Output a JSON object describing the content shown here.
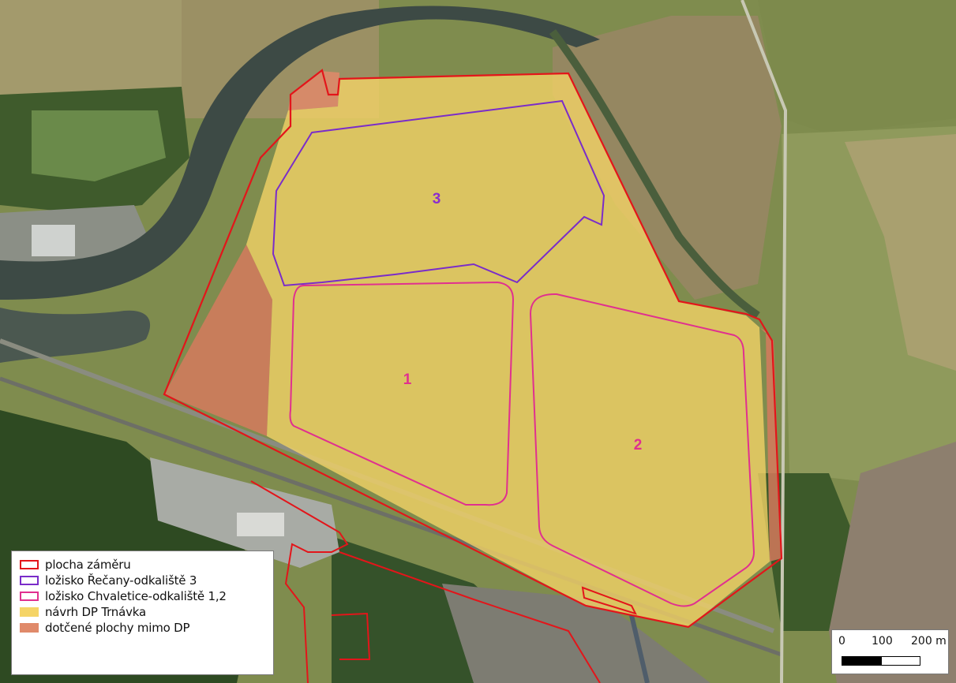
{
  "map": {
    "zones": [
      {
        "id": "3",
        "label": "3",
        "color": "#8b2ccf"
      },
      {
        "id": "1",
        "label": "1",
        "color": "#e0308f"
      },
      {
        "id": "2",
        "label": "2",
        "color": "#e0308f"
      }
    ]
  },
  "legend": {
    "items": [
      {
        "label": "plocha záměru",
        "style": "outline",
        "color": "#e3151a"
      },
      {
        "label": "ložisko Řečany-odkaliště 3",
        "style": "outline",
        "color": "#7a2cc9"
      },
      {
        "label": "ložisko Chvaletice-odkaliště 1,2",
        "style": "outline",
        "color": "#e0308f"
      },
      {
        "label": "návrh DP Trnávka",
        "style": "fill",
        "color": "#f5d466"
      },
      {
        "label": "dotčené plochy mimo DP",
        "style": "fill",
        "color": "#e08a6a"
      }
    ]
  },
  "scalebar": {
    "ticks": [
      "0",
      "100",
      "200 m"
    ]
  }
}
